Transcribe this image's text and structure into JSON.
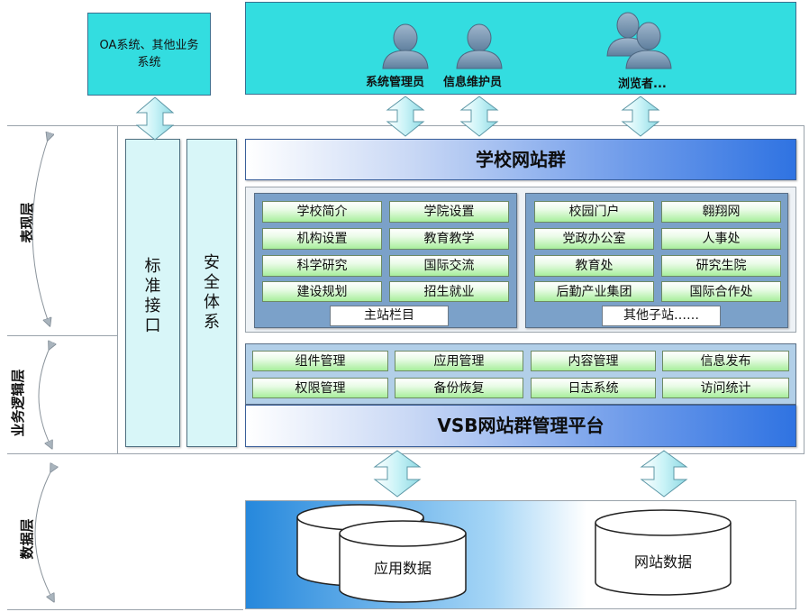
{
  "top": {
    "oa_box": "OA系统、其他业务系统",
    "users": [
      {
        "label": "系统管理员",
        "icon": "person-icon"
      },
      {
        "label": "信息维护员",
        "icon": "person-icon"
      },
      {
        "label": "浏览者...",
        "icon": "people-group-icon"
      }
    ]
  },
  "layers": {
    "presentation": "表现层",
    "business": "业务逻辑层",
    "data": "数据层"
  },
  "pillars": {
    "interface": "标准接口",
    "security": "安全体系"
  },
  "school_bar": "学校网站群",
  "left_panel": {
    "items": [
      "学校简介",
      "学院设置",
      "机构设置",
      "教育教学",
      "科学研究",
      "国际交流",
      "建设规划",
      "招生就业"
    ],
    "footer": "主站栏目"
  },
  "right_panel": {
    "items": [
      "校园门户",
      "翱翔网",
      "党政办公室",
      "人事处",
      "教育处",
      "研究生院",
      "后勤产业集团",
      "国际合作处"
    ],
    "footer": "其他子站……"
  },
  "management": {
    "items": [
      "组件管理",
      "应用管理",
      "内容管理",
      "信息发布",
      "权限管理",
      "备份恢复",
      "日志系统",
      "访问统计"
    ]
  },
  "platform_bar": "VSB网站群管理平台",
  "data_layer": {
    "app_data": "应用数据",
    "site_data": "网站数据"
  },
  "colors": {
    "cyan": "#33dde0",
    "pillar": "#d8f6f8",
    "panel": "#7ba1c9",
    "mgmt_panel": "#b2cfe8",
    "button_green": "#a8ef9c",
    "bar_blue": "#2f73e2",
    "arrow_fill": "#c9f3f7"
  }
}
